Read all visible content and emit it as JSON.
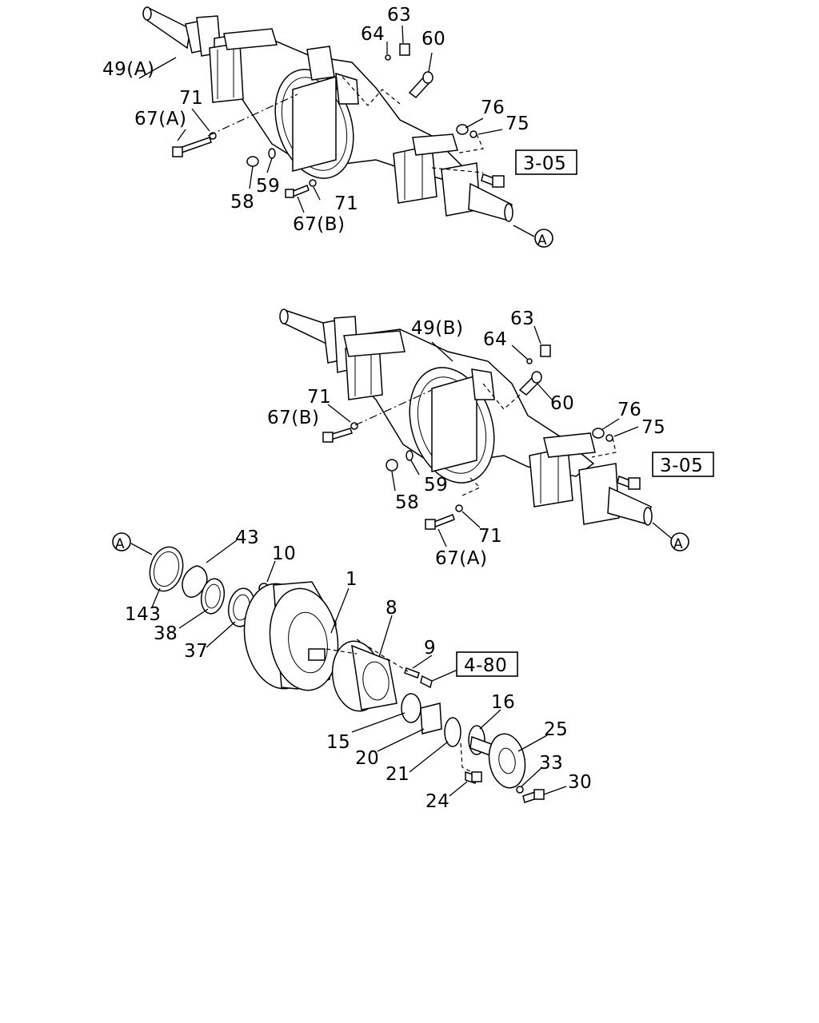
{
  "diagram": {
    "upper_axle": {
      "labels": {
        "l49a": "49(A)",
        "l63": "63",
        "l64": "64",
        "l60": "60",
        "l71a": "71",
        "l67a": "67(A)",
        "l76": "76",
        "l75": "75",
        "l58": "58",
        "l59": "59",
        "l71b": "71",
        "l67b": "67(B)",
        "ref": "3-05",
        "conn": "A"
      }
    },
    "middle_axle": {
      "labels": {
        "l49b": "49(B)",
        "l63": "63",
        "l64": "64",
        "l60": "60",
        "l71a": "71",
        "l67b": "67(B)",
        "l76": "76",
        "l75": "75",
        "l58": "58",
        "l59": "59",
        "l71b": "71",
        "l67a": "67(A)",
        "ref": "3-05",
        "conn": "A"
      }
    },
    "hub_assembly": {
      "labels": {
        "conn": "A",
        "l43": "43",
        "l10": "10",
        "l1": "1",
        "l8": "8",
        "l143": "143",
        "l38": "38",
        "l37": "37",
        "l9": "9",
        "ref": "4-80",
        "l16": "16",
        "l25": "25",
        "l15": "15",
        "l20": "20",
        "l21": "21",
        "l33": "33",
        "l30": "30",
        "l24": "24"
      }
    }
  }
}
